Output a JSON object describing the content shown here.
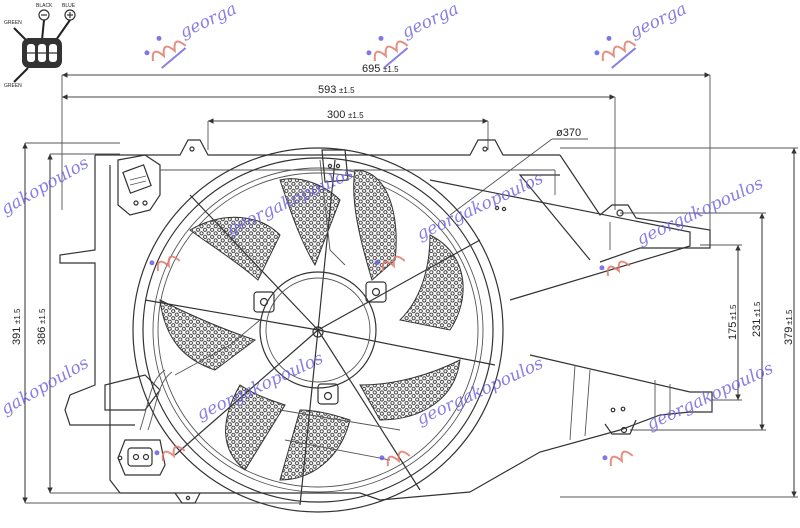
{
  "drawing": {
    "subject": "Radiator cooling fan assembly with shroud",
    "fan_diameter": {
      "symbol": "ø",
      "value": "370",
      "label": "ø370"
    },
    "dimensions": {
      "horizontal": [
        {
          "id": "overall_width",
          "value": "695",
          "tolerance": "±1.5"
        },
        {
          "id": "mount_width",
          "value": "593",
          "tolerance": "±1.5"
        },
        {
          "id": "top_mount_spacing",
          "value": "300",
          "tolerance": "±1.5"
        }
      ],
      "vertical_left": [
        {
          "id": "overall_height",
          "value": "391",
          "tolerance": "±1.5"
        },
        {
          "id": "shroud_height",
          "value": "386",
          "tolerance": "±1.5"
        }
      ],
      "vertical_right": [
        {
          "id": "bracket_175",
          "value": "175",
          "tolerance": "±1.5"
        },
        {
          "id": "bracket_231",
          "value": "231",
          "tolerance": "±1.5"
        },
        {
          "id": "bracket_379",
          "value": "379",
          "tolerance": "±1.5"
        }
      ]
    },
    "connector": {
      "labels": {
        "black": "BLACK",
        "blue": "BLUE",
        "green_top": "GREEN",
        "green_bottom": "GREEN"
      },
      "symbols": {
        "negative": "−",
        "positive": "+"
      }
    }
  },
  "watermarks": [
    {
      "text": "georgakopoulos",
      "partial": "georga"
    },
    {
      "text": "georgakopoulos",
      "partial": "gakopoulos"
    }
  ]
}
